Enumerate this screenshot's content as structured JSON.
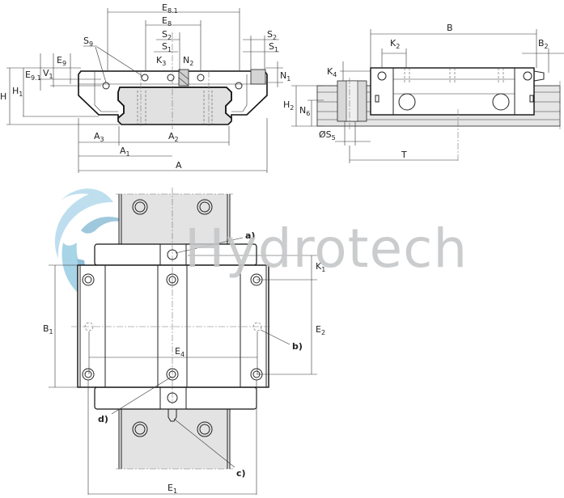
{
  "drawing": {
    "title": "Linear guide runner block dimension drawing",
    "watermark": "Hydrotech",
    "watermark_colors": {
      "logo": "#8cc6e0",
      "text": "#c4c6c9"
    },
    "front_view_labels": {
      "E8_1": "E",
      "E8_1_sub": "8.1",
      "E8": "E",
      "E8_sub": "8",
      "S2": "S",
      "S2_sub": "2",
      "S1": "S",
      "S1_sub": "1",
      "S9": "S",
      "S9_sub": "9",
      "K3": "K",
      "K3_sub": "3",
      "N2": "N",
      "N2_sub": "2",
      "E9": "E",
      "E9_sub": "9",
      "E9_1": "E",
      "E9_1_sub": "9.1",
      "V1": "V",
      "V1_sub": "1",
      "H": "H",
      "H1": "H",
      "H1_sub": "1",
      "N1": "N",
      "N1_sub": "1",
      "A3": "A",
      "A3_sub": "3",
      "A2": "A",
      "A2_sub": "2",
      "A1": "A",
      "A1_sub": "1",
      "A": "A",
      "S2r": "S",
      "S2r_sub": "2",
      "S1r": "S",
      "S1r_sub": "1"
    },
    "side_view_labels": {
      "B": "B",
      "K2": "K",
      "K2_sub": "2",
      "B2": "B",
      "B2_sub": "2",
      "K4": "K",
      "K4_sub": "4",
      "H2": "H",
      "H2_sub": "2",
      "N6": "N",
      "N6_sub": "6",
      "S5": "ØS",
      "S5_sub": "5",
      "T": "T"
    },
    "top_view_labels": {
      "B1": "B",
      "B1_sub": "1",
      "E2": "E",
      "E2_sub": "2",
      "K1": "K",
      "K1_sub": "1",
      "E4": "E",
      "E4_sub": "4",
      "E1": "E",
      "E1_sub": "1",
      "note_a": "a)",
      "note_b": "b)",
      "note_c": "c)",
      "note_d": "d)"
    }
  }
}
